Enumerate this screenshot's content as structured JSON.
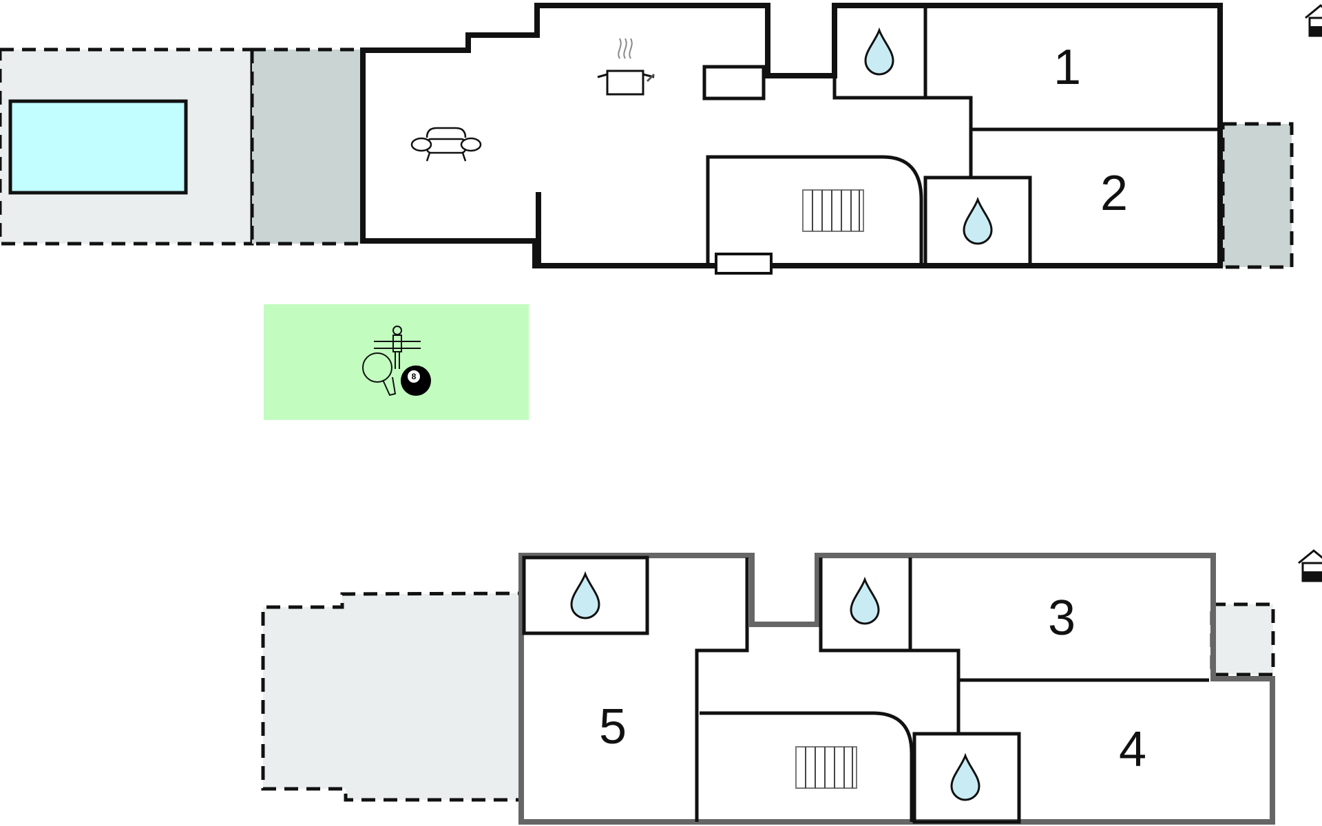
{
  "rooms": [
    {
      "id": "1",
      "label": "1"
    },
    {
      "id": "2",
      "label": "2"
    },
    {
      "id": "3",
      "label": "3"
    },
    {
      "id": "4",
      "label": "4"
    },
    {
      "id": "5",
      "label": "5"
    }
  ],
  "icons": {
    "kitchen": "cooking-pot-icon",
    "living": "sofa-icon",
    "stairs": "stairs-icon",
    "bathroom": "water-drop-icon",
    "games": [
      "table-football-icon",
      "table-tennis-paddle-icon",
      "billiard-8-ball-icon"
    ],
    "compass": "house-icon"
  },
  "billiard_ball_number": "8",
  "colors": {
    "wall": "#111111",
    "upper_wall": "#666666",
    "pool": "#c2fdff",
    "terrace": "#ebeeee",
    "covered_terrace": "#c9d4d3",
    "games_area": "#c2fcbf",
    "water_drop": "#c9ecf4"
  }
}
